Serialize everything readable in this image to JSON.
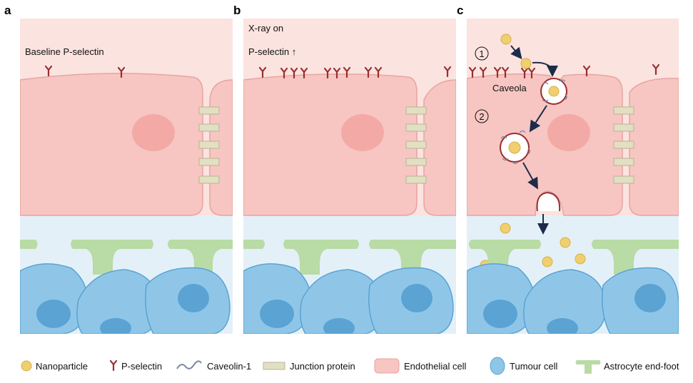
{
  "panels": [
    {
      "letter": "a",
      "line1": "Baseline P-selectin",
      "line2": ""
    },
    {
      "letter": "b",
      "line1": "X-ray on",
      "line2": "P-selectin ↑"
    },
    {
      "letter": "c",
      "line1": "Caveola",
      "step1": "1",
      "step2": "2"
    }
  ],
  "legend": {
    "nanoparticle": "Nanoparticle",
    "pselectin": "P-selectin",
    "caveolin": "Caveolin-1",
    "junction": "Junction protein",
    "endothelial": "Endothelial cell",
    "tumour": "Tumour cell",
    "astrocyte": "Astrocyte end-foot"
  },
  "colors": {
    "background_pink": "#fbe3df",
    "endothelial_fill": "#f7c6c2",
    "endothelial_stroke": "#e8a3a0",
    "nucleus": "#f3aaa6",
    "interstitial": "#e4f0f8",
    "tumour_fill": "#8fc6e8",
    "tumour_stroke": "#5aa3d3",
    "tumour_nucleus": "#5aa3d3",
    "astrocyte": "#b9dba5",
    "junction": "#e2dfc3",
    "pselectin": "#9b2d2f",
    "nanoparticle": "#f0cf6e",
    "caveolin": "#7a86a3",
    "arrow": "#1d2b4a"
  }
}
